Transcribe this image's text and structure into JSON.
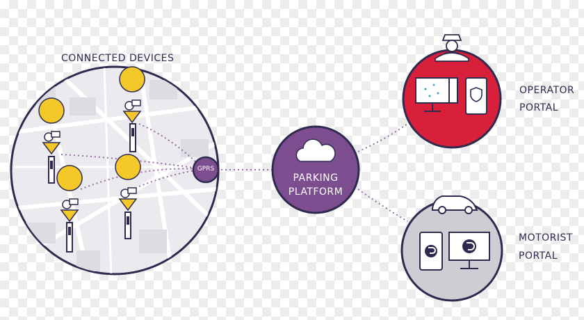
{
  "labels": {
    "connected_devices": "CONNECTED DEVICES",
    "gprs": "GPRS",
    "platform_line1": "PARKING",
    "platform_line2": "PLATFORM",
    "operator_line1": "OPERATOR",
    "operator_line2": "PORTAL",
    "motorist_line1": "MOTORIST",
    "motorist_line2": "PORTAL"
  },
  "icons": {
    "meter_pin": "coin-pin-icon",
    "meter_post": "parking-meter-icon",
    "cloud": "cloud-icon",
    "officer": "parking-officer-icon",
    "car": "car-icon",
    "desktop": "desktop-monitor-icon",
    "tablet": "tablet-icon",
    "shield": "shield-icon",
    "app_logo": "app-logo-icon"
  },
  "colors": {
    "navy": "#2e2a4f",
    "purple": "#7d4e8f",
    "red": "#d8203a",
    "gray": "#cdcdd3",
    "yellow": "#f5c82a",
    "map": "#eaeaef",
    "dotted": "#9a6aa8"
  }
}
